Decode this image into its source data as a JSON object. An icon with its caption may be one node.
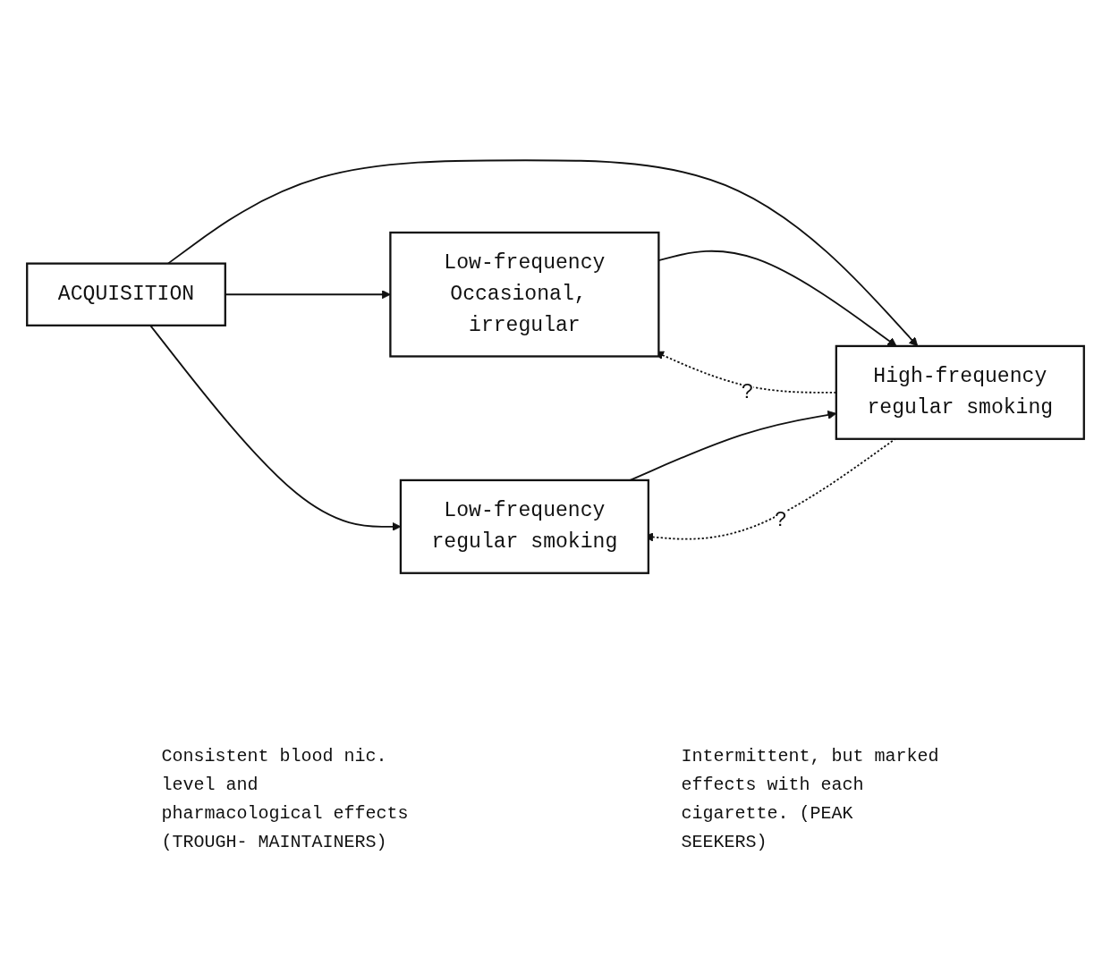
{
  "diagram": {
    "nodes": [
      {
        "text": [
          "ACQUISITION"
        ]
      },
      {
        "text": [
          "Low-frequency",
          "Occasional, irregular"
        ]
      },
      {
        "text": [
          "High-frequency",
          "regular smoking"
        ]
      },
      {
        "text": [
          "Low-frequency",
          "regular smoking"
        ]
      }
    ],
    "edges": [
      {
        "from": 0,
        "to": 1,
        "arrow": "to"
      },
      {
        "from": 0,
        "to": 2,
        "arrow": "to"
      },
      {
        "from": 0,
        "to": 3,
        "arrow": "to"
      },
      {
        "from": 1,
        "to": 2,
        "arrow": "to"
      },
      {
        "from": 2,
        "to": 1,
        "arrow": "to",
        "style": "dashed",
        "label": "?"
      },
      {
        "from": 3,
        "to": 2,
        "arrow": "to"
      },
      {
        "from": 2,
        "to": 3,
        "arrow": "to",
        "style": "dashed",
        "label": "?"
      }
    ],
    "labels": [
      "Consistent blood nic. level and pharmacological effects (TROUGH- MAINTAINERS)",
      "Intermittent, but marked effects with each cigarette. (PEAK SEEKERS)"
    ]
  }
}
